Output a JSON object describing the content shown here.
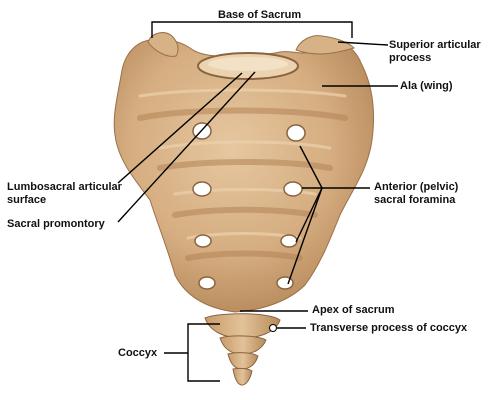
{
  "labels": {
    "base_of_sacrum": "Base of Sacrum",
    "superior_articular_process": [
      "Superior articular",
      "process"
    ],
    "ala": "Ala (wing)",
    "lumbosacral_articular_surface": [
      "Lumbosacral articular",
      "surface"
    ],
    "sacral_promontory": "Sacral promontory",
    "anterior_sacral_foramina": [
      "Anterior (pelvic)",
      "sacral foramina"
    ],
    "apex_of_sacrum": "Apex of sacrum",
    "transverse_process_of_coccyx": "Transverse process of coccyx",
    "coccyx": "Coccyx"
  },
  "colors": {
    "bone": "#d9b58c",
    "bone_shadow": "#b98d5f",
    "bone_dark": "#8a6440",
    "foramen": "#ffffff",
    "leader_line": "#000000"
  }
}
